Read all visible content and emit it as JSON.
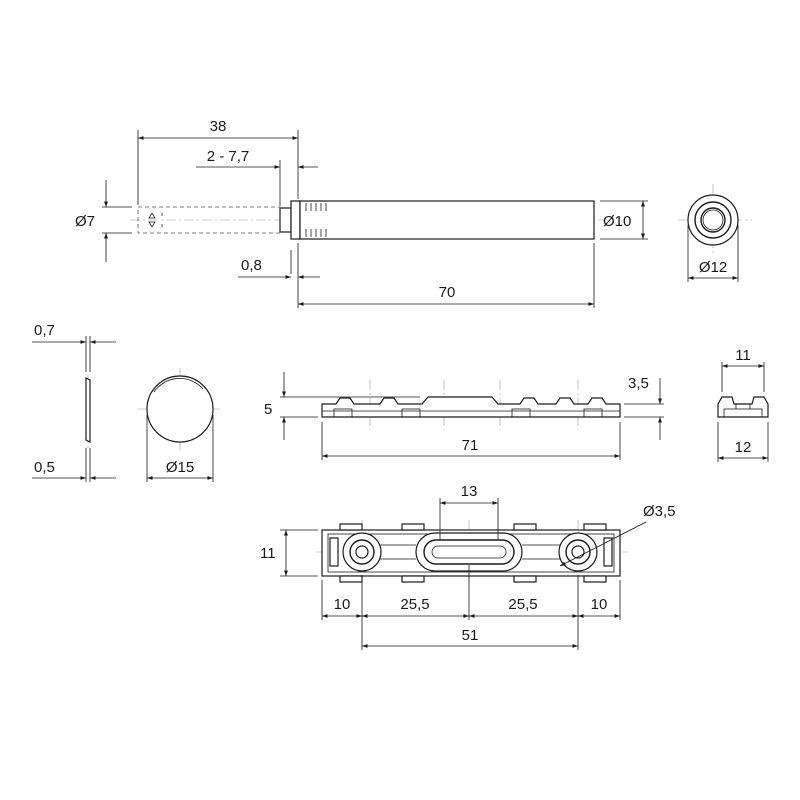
{
  "dimensions": {
    "d38": "38",
    "d2_77": "2 - 7,7",
    "dia7": "Ø7",
    "d08": "0,8",
    "d70": "70",
    "dia10": "Ø10",
    "dia12": "Ø12",
    "d07": "0,7",
    "d05": "0,5",
    "dia15": "Ø15",
    "d5": "5",
    "d35": "3,5",
    "d71": "71",
    "d11a": "11",
    "d12": "12",
    "d13": "13",
    "dia35": "Ø3,5",
    "d11b": "11",
    "d10a": "10",
    "d255a": "25,5",
    "d255b": "25,5",
    "d10b": "10",
    "d51": "51"
  }
}
